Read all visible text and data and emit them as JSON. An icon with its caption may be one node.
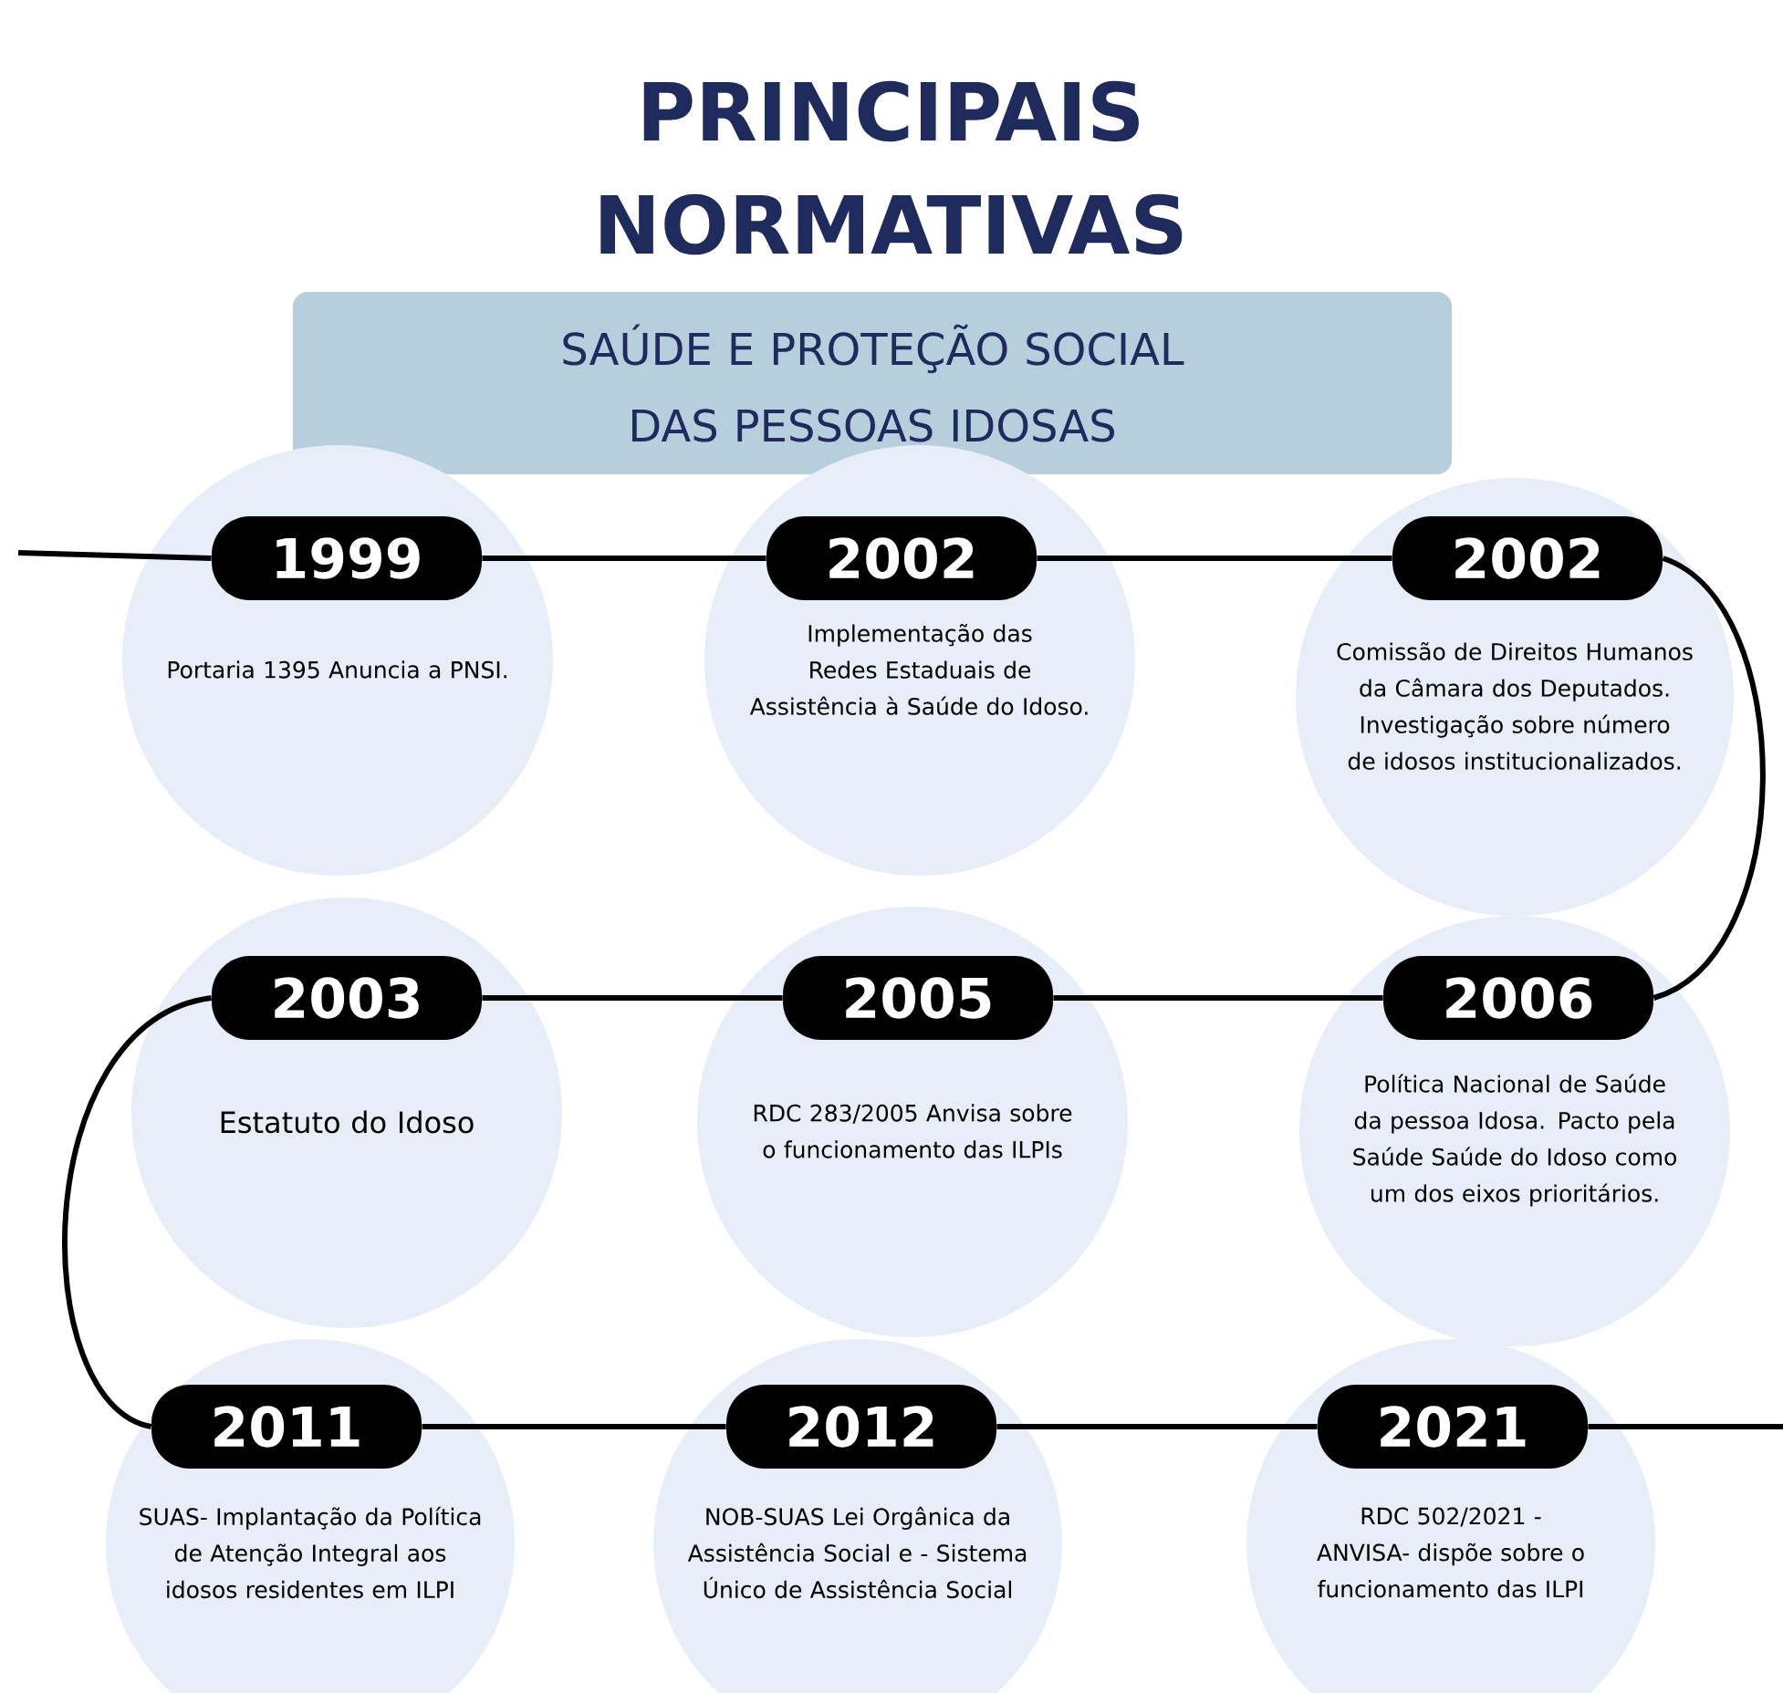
{
  "diagram": {
    "title": "PRINCIPAIS NORMATIVAS",
    "nodes": [
      {
        "text": [
          "SAÚDE E PROTEÇÃO SOCIAL DAS PESSOAS IDOSAS"
        ]
      },
      {
        "text": [
          "1999",
          "Portaria 1395 Anuncia a PNSI."
        ]
      },
      {
        "text": [
          "2002",
          "Implementação das Redes Estaduais de Assistência à Saúde do Idoso."
        ]
      },
      {
        "text": [
          "2002",
          "Comissão de Direitos Humanos da Câmara dos Deputados. Investigação sobre número de idosos institucionalizados."
        ]
      },
      {
        "text": [
          "2003",
          "Estatuto do Idoso"
        ]
      },
      {
        "text": [
          "2005",
          "RDC 283/2005 Anvisa sobre o funcionamento das ILPIs"
        ]
      },
      {
        "text": [
          "2006",
          "Política Nacional de Saúde da pessoa Idosa. Pacto pela Saúde Saúde do Idoso como um dos eixos prioritários."
        ]
      },
      {
        "text": [
          "2011",
          "SUAS- Implantação da Política de Atenção Integral aos idosos residentes em ILPI"
        ]
      },
      {
        "text": [
          "2012",
          "NOB-SUAS Lei Orgânica da Assistência Social e - Sistema Único de Assistência Social"
        ]
      },
      {
        "text": [
          "2021",
          "RDC 502/2021 - ANVISA- dispõe sobre o funcionamento das ILPI"
        ]
      }
    ],
    "edges": [
      {
        "from": null,
        "to": 1,
        "arrow": "none"
      },
      {
        "from": 1,
        "to": 2,
        "arrow": "none"
      },
      {
        "from": 2,
        "to": 3,
        "arrow": "none"
      },
      {
        "from": 3,
        "to": 6,
        "arrow": "none"
      },
      {
        "from": 6,
        "to": 5,
        "arrow": "none"
      },
      {
        "from": 5,
        "to": 4,
        "arrow": "none"
      },
      {
        "from": 4,
        "to": 7,
        "arrow": "none"
      },
      {
        "from": 7,
        "to": 8,
        "arrow": "none"
      },
      {
        "from": 8,
        "to": 9,
        "arrow": "none"
      },
      {
        "from": 9,
        "to": null,
        "arrow": "none"
      }
    ]
  }
}
